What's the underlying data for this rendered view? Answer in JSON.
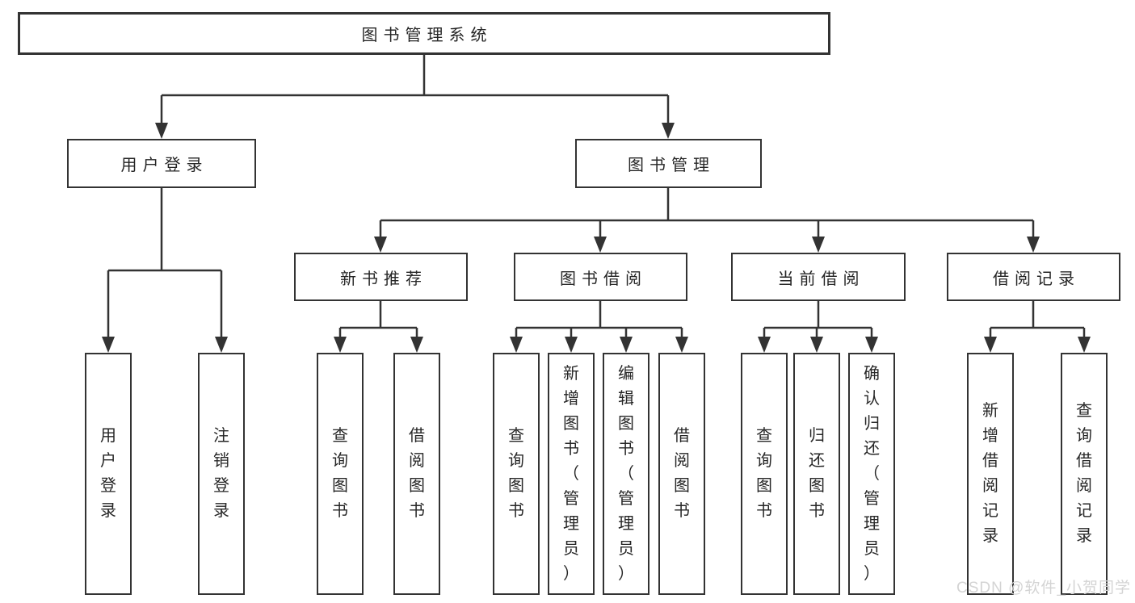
{
  "colors": {
    "line": "#333333",
    "text": "#262626",
    "background": "#ffffff",
    "watermark": "#d4d4d4"
  },
  "nodes": {
    "root": "图书管理系统",
    "level2": {
      "user_login": "用户登录",
      "book_management": "图书管理"
    },
    "level3": {
      "new_book_recommend": "新书推荐",
      "book_borrow": "图书借阅",
      "current_borrow": "当前借阅",
      "borrow_records": "借阅记录"
    },
    "leaves": {
      "user_login_children": [
        "用户登录",
        "注销登录"
      ],
      "new_book_recommend_children": [
        "查询图书",
        "借阅图书"
      ],
      "book_borrow_children": [
        "查询图书",
        "新增图书（管理员）",
        "编辑图书（管理员）",
        "借阅图书"
      ],
      "current_borrow_children": [
        "查询图书",
        "归还图书",
        "确认归还（管理员）"
      ],
      "borrow_records_children": [
        "新增借阅记录",
        "查询借阅记录"
      ]
    }
  },
  "watermark": "CSDN @软件_小贺同学"
}
